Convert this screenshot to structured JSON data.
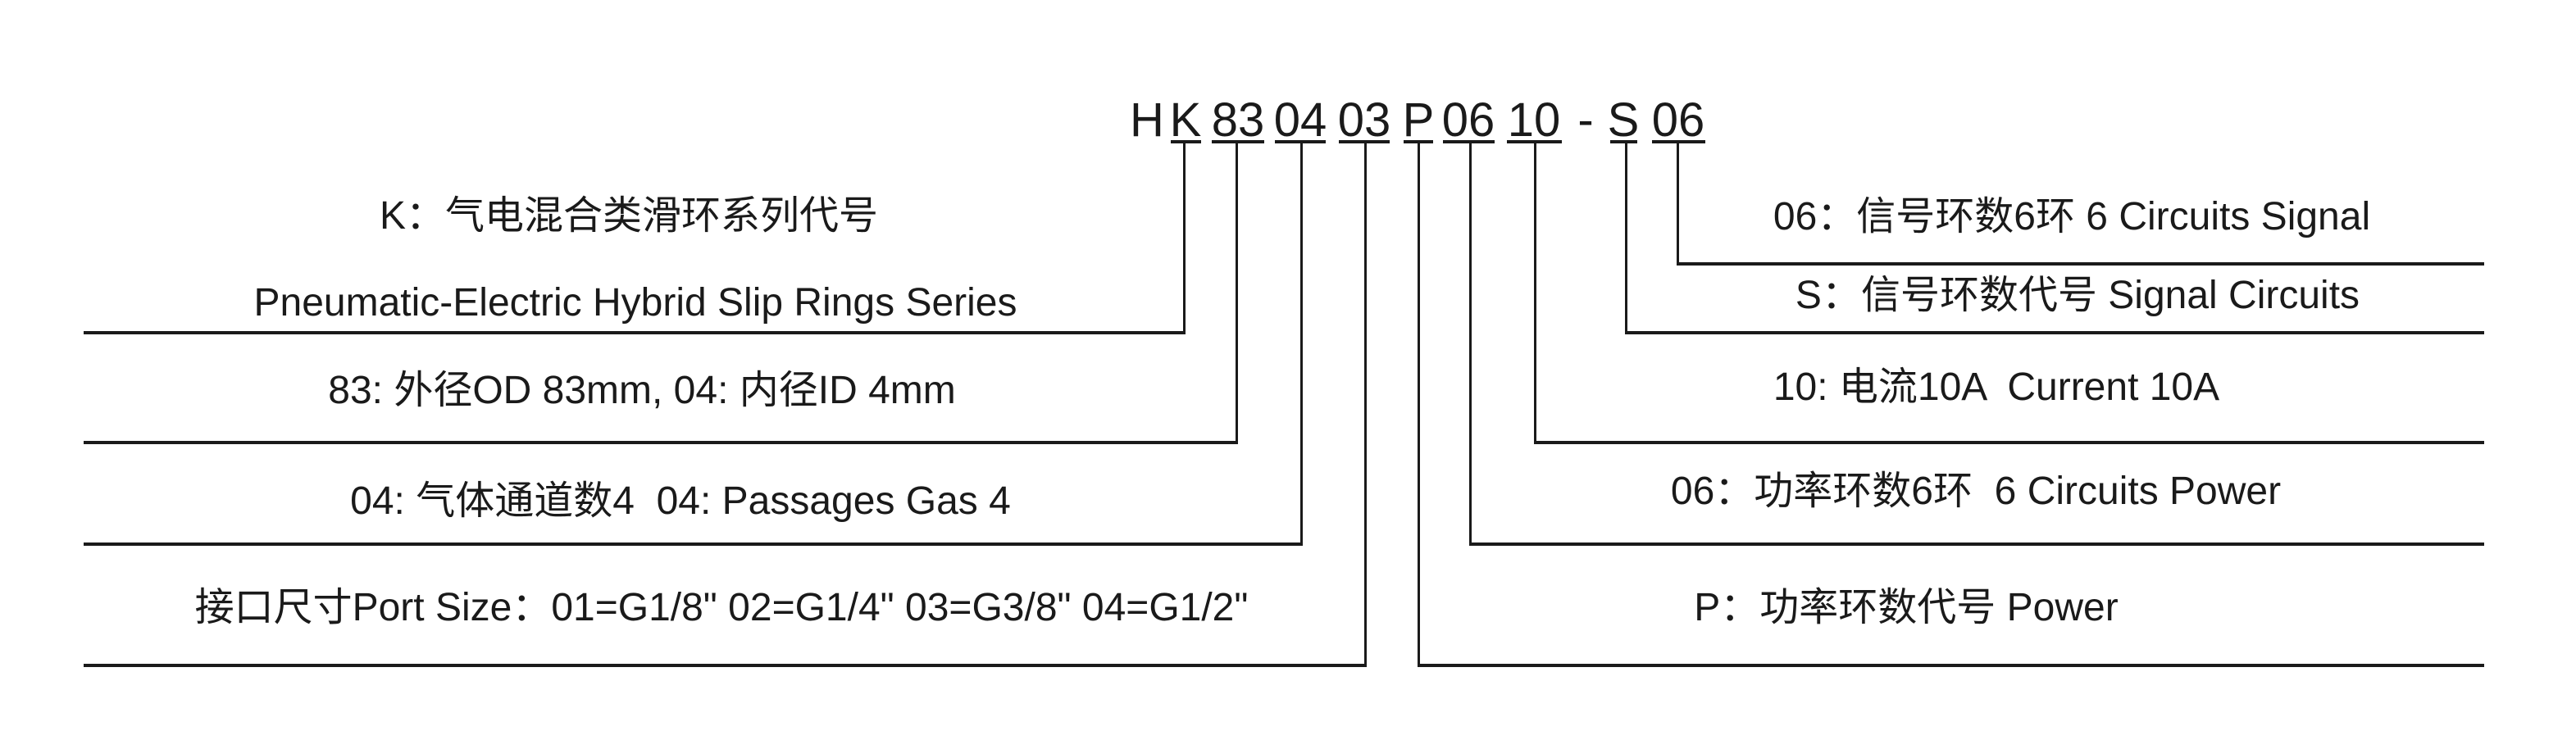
{
  "diagram": {
    "model_code": {
      "segments": [
        {
          "text": "H"
        },
        {
          "text": "K"
        },
        {
          "text": "83"
        },
        {
          "text": "04"
        },
        {
          "text": "03"
        },
        {
          "text": "P"
        },
        {
          "text": "06"
        },
        {
          "text": "10"
        },
        {
          "text": "-"
        },
        {
          "text": "S"
        },
        {
          "text": "06"
        }
      ]
    },
    "left_rows": [
      {
        "line1": "K：气电混合类滑环系列代号",
        "line2": "Pneumatic-Electric Hybrid Slip Rings Series"
      },
      {
        "line1": "83: 外径OD 83mm, 04: 内径ID 4mm"
      },
      {
        "line1": "04: 气体通道数4  04: Passages Gas 4"
      },
      {
        "line1": "接口尺寸Port Size：01=G1/8\" 02=G1/4\" 03=G3/8\" 04=G1/2\""
      }
    ],
    "right_rows": [
      {
        "line1": "06：信号环数6环 6 Circuits Signal"
      },
      {
        "line1": "S：信号环数代号 Signal Circuits"
      },
      {
        "line1": "10: 电流10A  Current 10A"
      },
      {
        "line1": "06：功率环数6环  6 Circuits Power"
      },
      {
        "line1": "P：功率环数代号 Power"
      }
    ],
    "colors": {
      "ink": "#1a1a1a",
      "background": "#ffffff"
    }
  }
}
